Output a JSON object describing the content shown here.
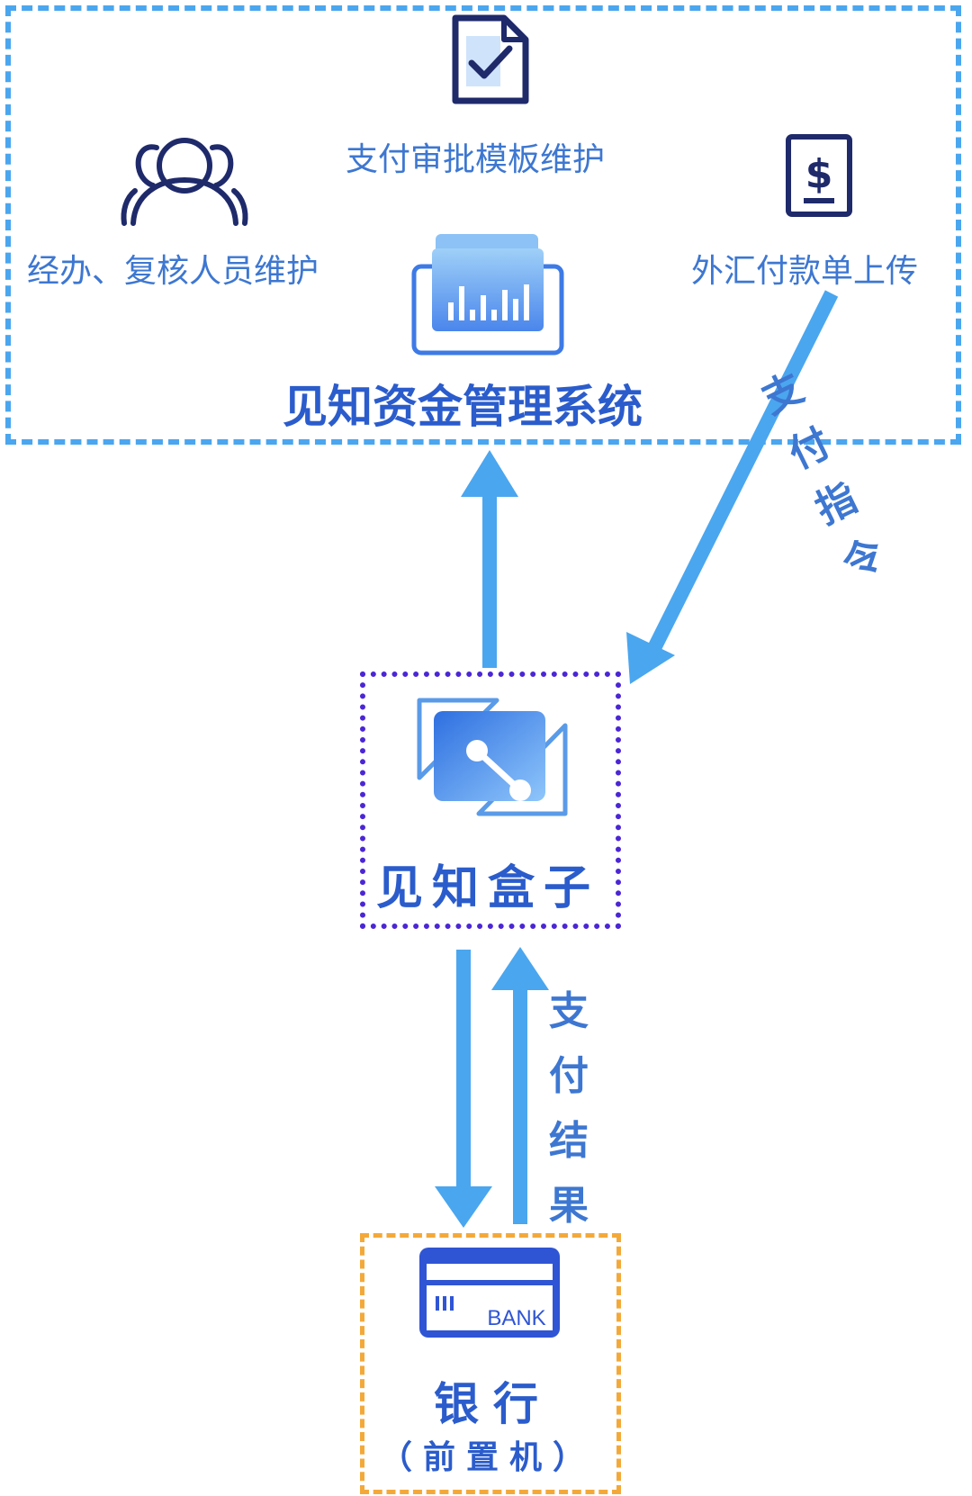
{
  "top_section": {
    "approval_template_label": "支付审批模板维护",
    "personnel_label": "经办、复核人员维护",
    "fx_upload_label": "外汇付款单上传",
    "system_title": "见知资金管理系统"
  },
  "middle_section": {
    "title": "见知盒子"
  },
  "bank_section": {
    "card_text": "BANK",
    "title": "银行",
    "subtitle": "（前置机）"
  },
  "arrows": {
    "payment_instruction_chars": [
      "支",
      "付",
      "指",
      "令"
    ],
    "payment_result_chars": [
      "支",
      "付",
      "结",
      "果"
    ]
  },
  "colors": {
    "arrow": "#4aa6ef",
    "top_border": "#4aa6ef",
    "middle_border": "#4a26d6",
    "bank_border": "#f3a93a",
    "icon_navy": "#1f2a6b",
    "brand_blue": "#2b5ccc"
  },
  "icons": {
    "document_check": "document-check-icon",
    "users": "users-icon",
    "dollar_document": "dollar-document-icon",
    "system_chart": "system-chart-icon",
    "box_logo": "box-logo-icon",
    "bank_card": "bank-card-icon"
  }
}
